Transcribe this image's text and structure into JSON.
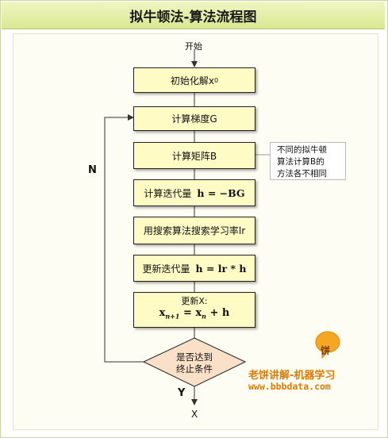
{
  "title": "拟牛顿法-算法流程图",
  "start_label": "开始",
  "steps": {
    "init": {
      "text": "初始化解x",
      "sub": "0"
    },
    "gradient": "计算梯度G",
    "matrix": "计算矩阵B",
    "direction": {
      "text": "计算迭代量",
      "formula": "h = −BG"
    },
    "search": "用搜索算法搜索学习率lr",
    "update": {
      "text": "更新迭代量",
      "formula": "h = lr * h"
    },
    "step_update": {
      "line1": "更新X:",
      "formula_x": "x",
      "formula_sub_lhs": "n+1",
      "formula_rest": " = x",
      "formula_sub_rhs": "n",
      "formula_tail": " + h"
    }
  },
  "decision": {
    "line1": "是否达到",
    "line2": "终止条件"
  },
  "labels": {
    "no": "N",
    "yes": "Y",
    "end": "X"
  },
  "note": {
    "line1": "不同的拟牛顿",
    "line2": "算法计算B的",
    "line3": "方法各不相同"
  },
  "brand": {
    "name": "老饼讲解-机器学习",
    "url": "www.bbbdata.com",
    "logo_char": "饼"
  },
  "colors": {
    "box_fill": "#fffbc5",
    "decision_fill": "#fbe0c8",
    "brand": "#e07a00",
    "title_bg": "#d8e88f"
  }
}
